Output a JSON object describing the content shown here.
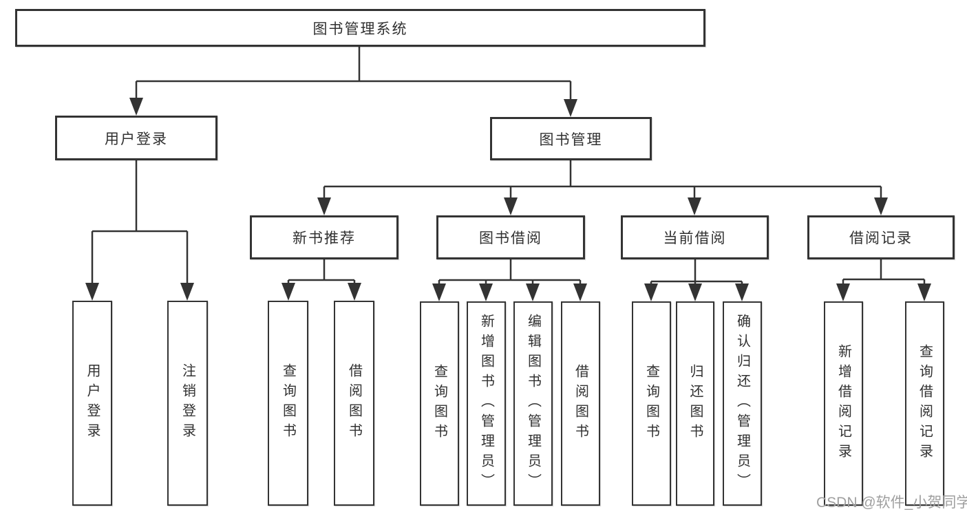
{
  "diagram": {
    "nodes": {
      "root": "图书管理系统",
      "user_login": "用户登录",
      "book_mgmt": "图书管理",
      "new_book_rec": "新书推荐",
      "book_borrow": "图书借阅",
      "current_borrow": "当前借阅",
      "borrow_records": "借阅记录",
      "leaf_user_login": "用户登录",
      "leaf_logout": "注销登录",
      "leaf_query_book_1": "查询图书",
      "leaf_borrow_book_1": "借阅图书",
      "leaf_query_book_2": "查询图书",
      "leaf_add_book": "新增图书（管理员）",
      "leaf_edit_book": "编辑图书（管理员）",
      "leaf_borrow_book_2": "借阅图书",
      "leaf_query_book_3": "查询图书",
      "leaf_return_book": "归还图书",
      "leaf_confirm_return": "确认归还（管理员）",
      "leaf_add_borrow_record": "新增借阅记录",
      "leaf_query_borrow_record": "查询借阅记录"
    },
    "edges": [
      [
        "root",
        "user_login"
      ],
      [
        "root",
        "book_mgmt"
      ],
      [
        "user_login",
        "leaf_user_login"
      ],
      [
        "user_login",
        "leaf_logout"
      ],
      [
        "book_mgmt",
        "new_book_rec"
      ],
      [
        "book_mgmt",
        "book_borrow"
      ],
      [
        "book_mgmt",
        "current_borrow"
      ],
      [
        "book_mgmt",
        "borrow_records"
      ],
      [
        "new_book_rec",
        "leaf_query_book_1"
      ],
      [
        "new_book_rec",
        "leaf_borrow_book_1"
      ],
      [
        "book_borrow",
        "leaf_query_book_2"
      ],
      [
        "book_borrow",
        "leaf_add_book"
      ],
      [
        "book_borrow",
        "leaf_edit_book"
      ],
      [
        "book_borrow",
        "leaf_borrow_book_2"
      ],
      [
        "current_borrow",
        "leaf_query_book_3"
      ],
      [
        "current_borrow",
        "leaf_return_book"
      ],
      [
        "current_borrow",
        "leaf_confirm_return"
      ],
      [
        "borrow_records",
        "leaf_add_borrow_record"
      ],
      [
        "borrow_records",
        "leaf_query_borrow_record"
      ]
    ],
    "watermark": "CSDN @软件_小贺同学",
    "colors": {
      "line": "#333333",
      "box_border": "#333333",
      "text": "#303030",
      "watermark": "#9f9f9f",
      "background": "#ffffff"
    }
  }
}
